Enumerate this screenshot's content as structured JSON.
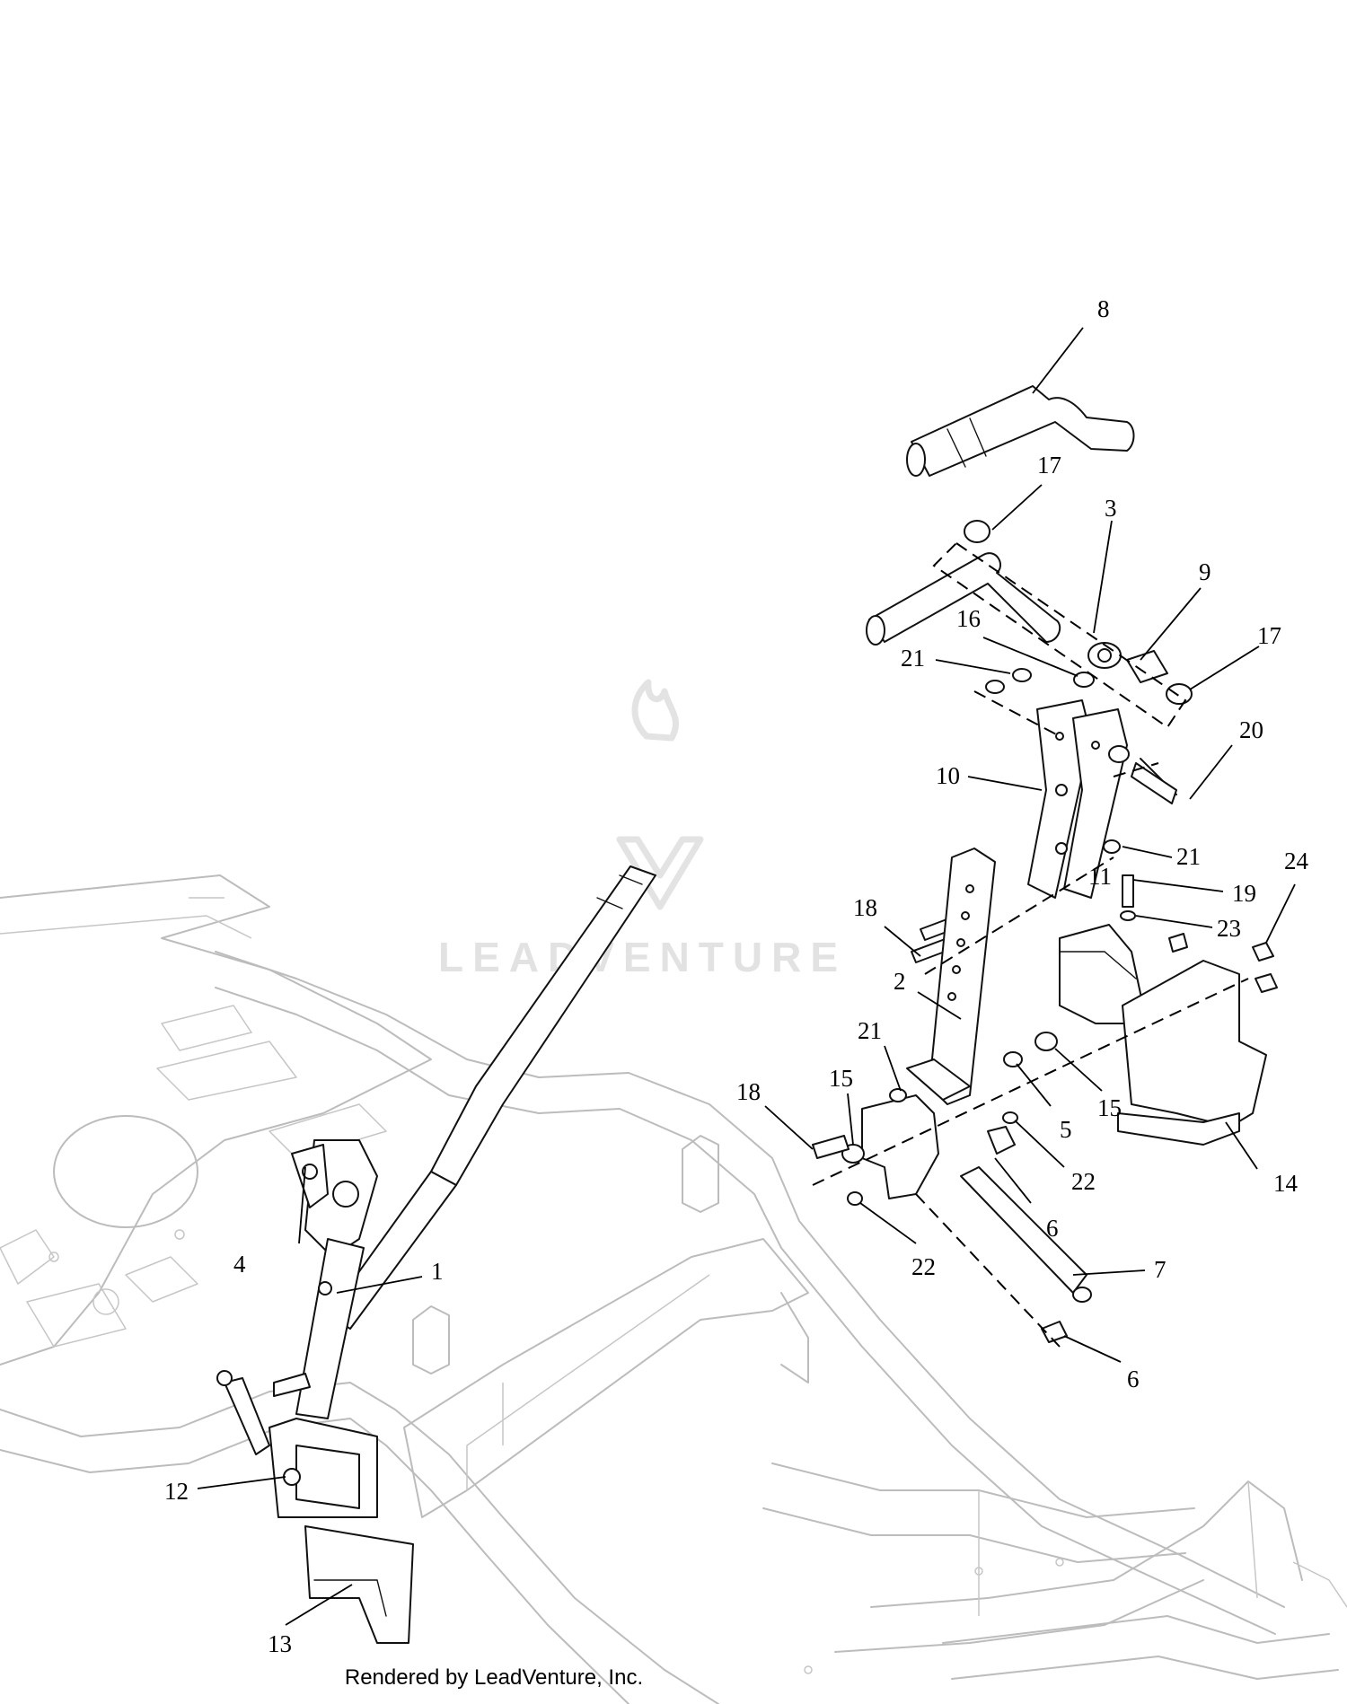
{
  "diagram": {
    "watermark": "LEADVENTURE",
    "footer": "Rendered by LeadVenture, Inc.",
    "callouts": [
      "8",
      "17",
      "3",
      "9",
      "16",
      "21",
      "17",
      "20",
      "10",
      "21",
      "24",
      "18",
      "19",
      "11",
      "23",
      "2",
      "21",
      "15",
      "18",
      "5",
      "15",
      "22",
      "14",
      "6",
      "7",
      "4",
      "1",
      "22",
      "6",
      "12",
      "13"
    ]
  }
}
